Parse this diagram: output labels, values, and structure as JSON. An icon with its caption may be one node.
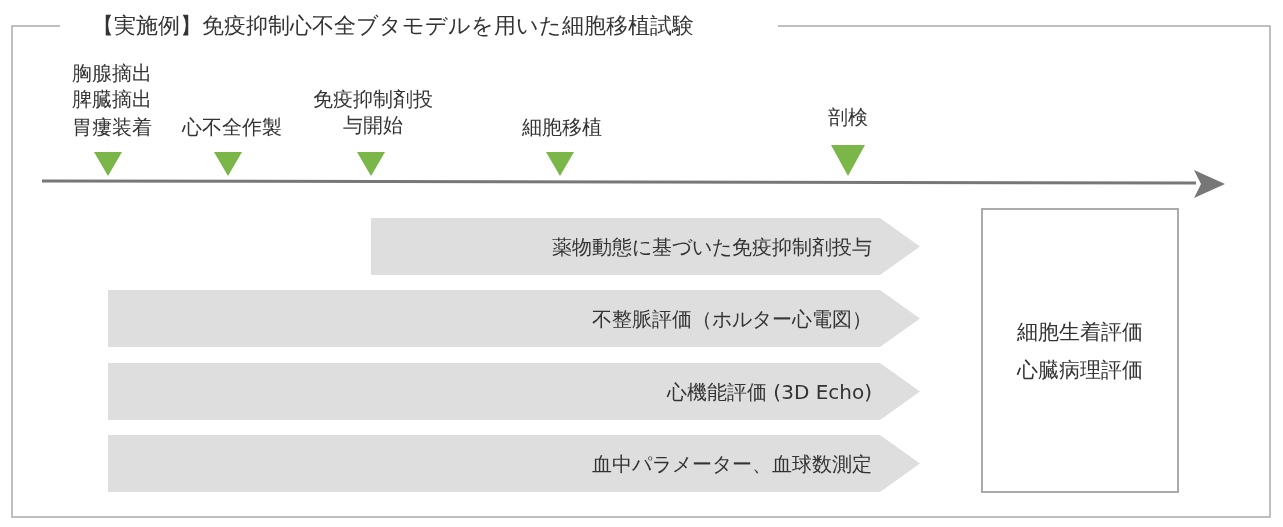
{
  "diagram": {
    "title": "【実施例】免疫抑制心不全ブタモデルを用いた細胞移植試験",
    "nodes": [
      {
        "text": [
          "薬物動態に基づいた免疫抑制剤投与"
        ]
      },
      {
        "text": [
          "不整脈評価（ホルター心電図）"
        ]
      },
      {
        "text": [
          "心機能評価 (3D Echo)"
        ]
      },
      {
        "text": [
          "血中パラメーター、血球数測定"
        ]
      },
      {
        "text": [
          "細胞生着評価",
          "心臓病理評価"
        ]
      }
    ],
    "edges": [],
    "labels": [
      "胸腺摘出",
      "脾臓摘出",
      "胃瘻装着",
      "心不全作製",
      "免疫抑制剤投与開始",
      "細胞移植",
      "剖検"
    ]
  }
}
